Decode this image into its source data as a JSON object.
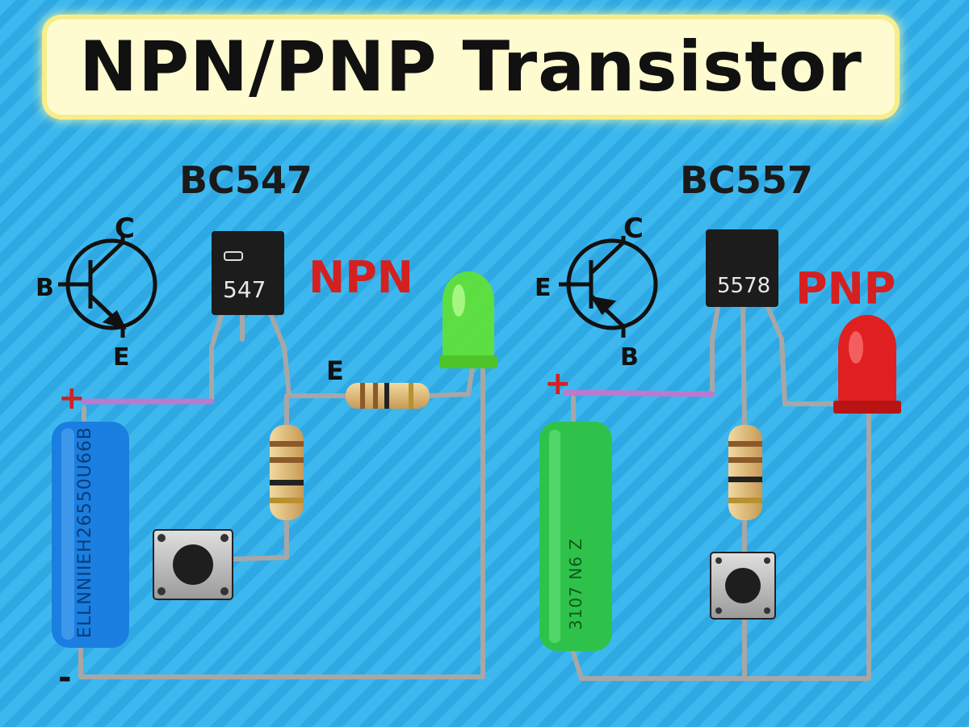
{
  "title": "NPN/PNP Transistor",
  "left": {
    "part_number": "BC547",
    "type_label": "NPN",
    "marking": "547",
    "pin_c": "C",
    "pin_b": "B",
    "pin_e": "E",
    "stray_label": "E",
    "battery_text": "ELLNNIIEH26550U66B",
    "plus": "+",
    "minus": "-",
    "led_color": "#5fe03a"
  },
  "right": {
    "part_number": "BC557",
    "type_label": "PNP",
    "marking": "5578",
    "pin_c": "C",
    "pin_e": "E",
    "pin_b": "B",
    "battery_text": "3107 N6 Z",
    "plus": "+",
    "led_color": "#e02020"
  },
  "colors": {
    "type_label": "#d42020",
    "wire": "#a7a7a7",
    "positive_wire": "#b97ad0",
    "left_battery": "#1a7fe0",
    "right_battery": "#2fc24a"
  }
}
